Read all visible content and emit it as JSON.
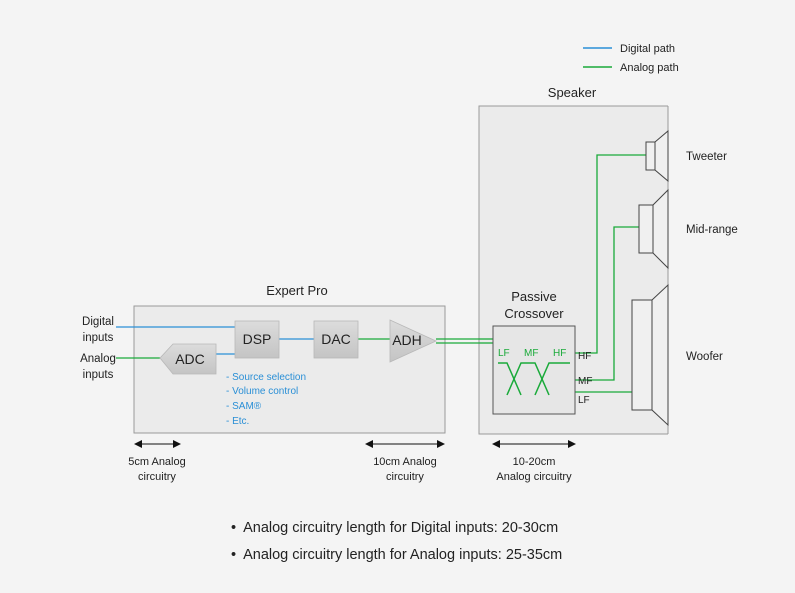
{
  "legend": {
    "items": [
      {
        "label": "Digital path",
        "color": "#2a8fd6"
      },
      {
        "label": "Analog path",
        "color": "#1aaa3a"
      }
    ]
  },
  "inputs": {
    "digital": [
      "Digital",
      "inputs"
    ],
    "analog": [
      "Analog",
      "inputs"
    ]
  },
  "expert_pro": {
    "title": "Expert Pro",
    "blocks": {
      "adc": "ADC",
      "dsp": "DSP",
      "dac": "DAC",
      "adh": "ADH"
    },
    "dsp_features": [
      "- Source selection",
      "- Volume control",
      "- SAM®",
      "- Etc."
    ]
  },
  "speaker": {
    "title": "Speaker",
    "crossover_title": [
      "Passive",
      "Crossover"
    ],
    "crossover_bands": [
      "LF",
      "MF",
      "HF"
    ],
    "outputs": [
      "HF",
      "MF",
      "LF"
    ],
    "drivers": [
      "Tweeter",
      "Mid-range",
      "Woofer"
    ]
  },
  "measurements": [
    [
      "5cm Analog",
      "circuitry"
    ],
    [
      "10cm Analog",
      "circuitry"
    ],
    [
      "10-20cm",
      "Analog circuitry"
    ]
  ],
  "notes": [
    "Analog circuitry length for Digital inputs: 20-30cm",
    "Analog circuitry length for Analog inputs: 25-35cm"
  ]
}
